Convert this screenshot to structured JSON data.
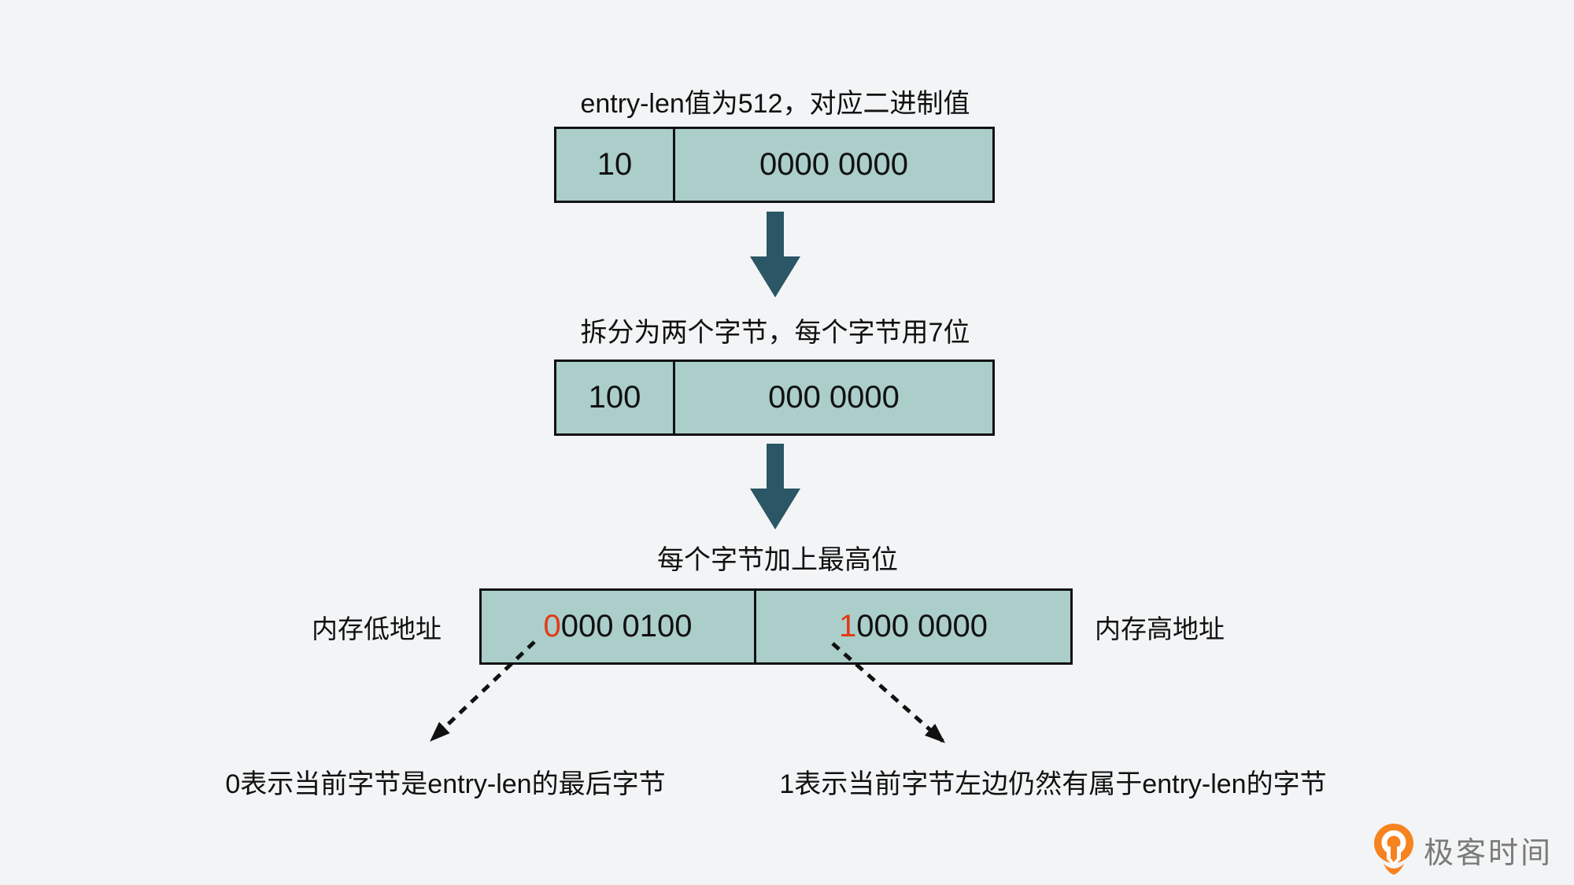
{
  "colors": {
    "background": "#f2f4f5",
    "box_fill": "#abceca",
    "box_border": "#111111",
    "arrow": "#2b5666",
    "highlight": "#e23a17",
    "text": "#111111",
    "logo_orange": "#f78220",
    "logo_text": "#7a7a7a"
  },
  "step1": {
    "title": "entry-len值为512，对应二进制值",
    "cells": [
      "10",
      "0000 0000"
    ]
  },
  "step2": {
    "title": "拆分为两个字节，每个字节用7位",
    "cells": [
      "100",
      "000 0000"
    ]
  },
  "step3": {
    "title": "每个字节加上最高位",
    "left_label": "内存低地址",
    "right_label": "内存高地址",
    "cells": [
      {
        "highlight": "0",
        "rest": "000 0100"
      },
      {
        "highlight": "1",
        "rest": "000 0000"
      }
    ]
  },
  "annotations": {
    "left": "0表示当前字节是entry-len的最后字节",
    "right": "1表示当前字节左边仍然有属于entry-len的字节"
  },
  "logo": {
    "text": "极客时间"
  }
}
